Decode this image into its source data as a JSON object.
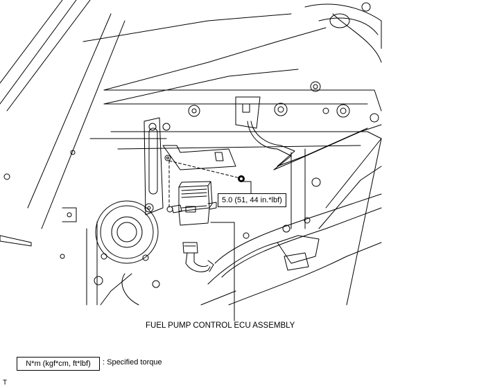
{
  "labels": {
    "torque_value": "5.0 (51, 44 in.*lbf)",
    "part_name": "FUEL PUMP CONTROL ECU ASSEMBLY",
    "legend_unit": "N*m (kgf*cm, ft*lbf)",
    "legend_description": ": Specified torque",
    "corner_mark": "T"
  }
}
